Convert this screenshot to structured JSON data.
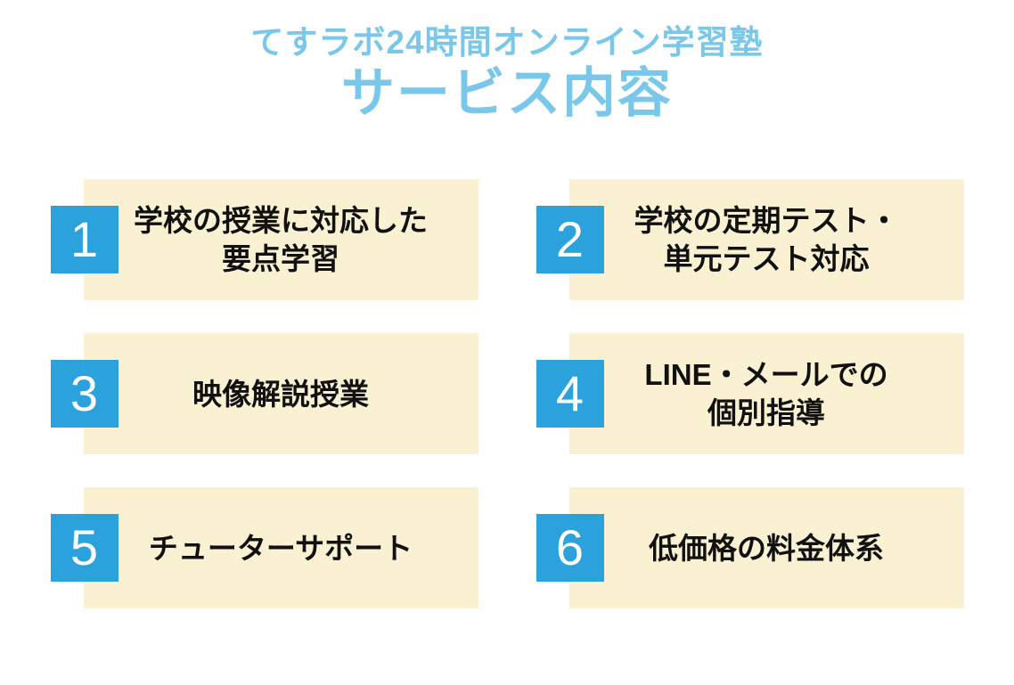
{
  "title": {
    "line1": "てすラボ24時間オンライン学習塾",
    "line2": "サービス内容"
  },
  "colors": {
    "title_blue": "#79c7ea",
    "number_badge_blue": "#2ba2dc",
    "card_cream": "#faf0d2",
    "label_text": "#111111"
  },
  "items": [
    {
      "number": "1",
      "label": "学校の授業に対応した\n要点学習"
    },
    {
      "number": "2",
      "label": "学校の定期テスト・\n単元テスト対応"
    },
    {
      "number": "3",
      "label": "映像解説授業"
    },
    {
      "number": "4",
      "label": "LINE・メールでの\n個別指導"
    },
    {
      "number": "5",
      "label": "チューターサポート"
    },
    {
      "number": "6",
      "label": "低価格の料金体系"
    }
  ]
}
